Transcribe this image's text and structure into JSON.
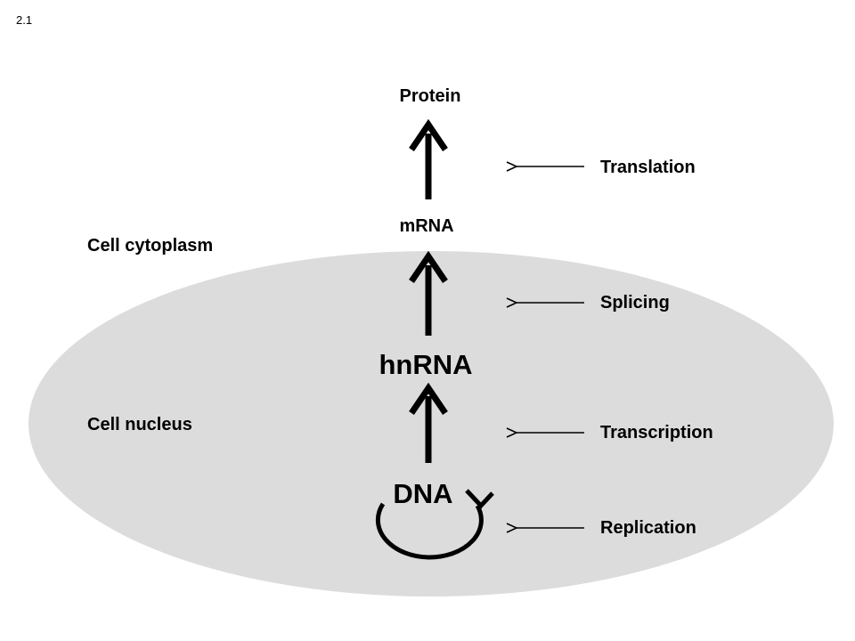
{
  "figure_number": "2.1",
  "regions": {
    "cytoplasm": "Cell cytoplasm",
    "nucleus": "Cell nucleus"
  },
  "molecules": {
    "protein": "Protein",
    "mrna": "mRNA",
    "hnrna": "hnRNA",
    "dna": "DNA"
  },
  "processes": {
    "translation": "Translation",
    "splicing": "Splicing",
    "transcription": "Transcription",
    "replication": "Replication"
  },
  "colors": {
    "nucleus_fill": "#dcdcdc",
    "ink": "#000000"
  }
}
